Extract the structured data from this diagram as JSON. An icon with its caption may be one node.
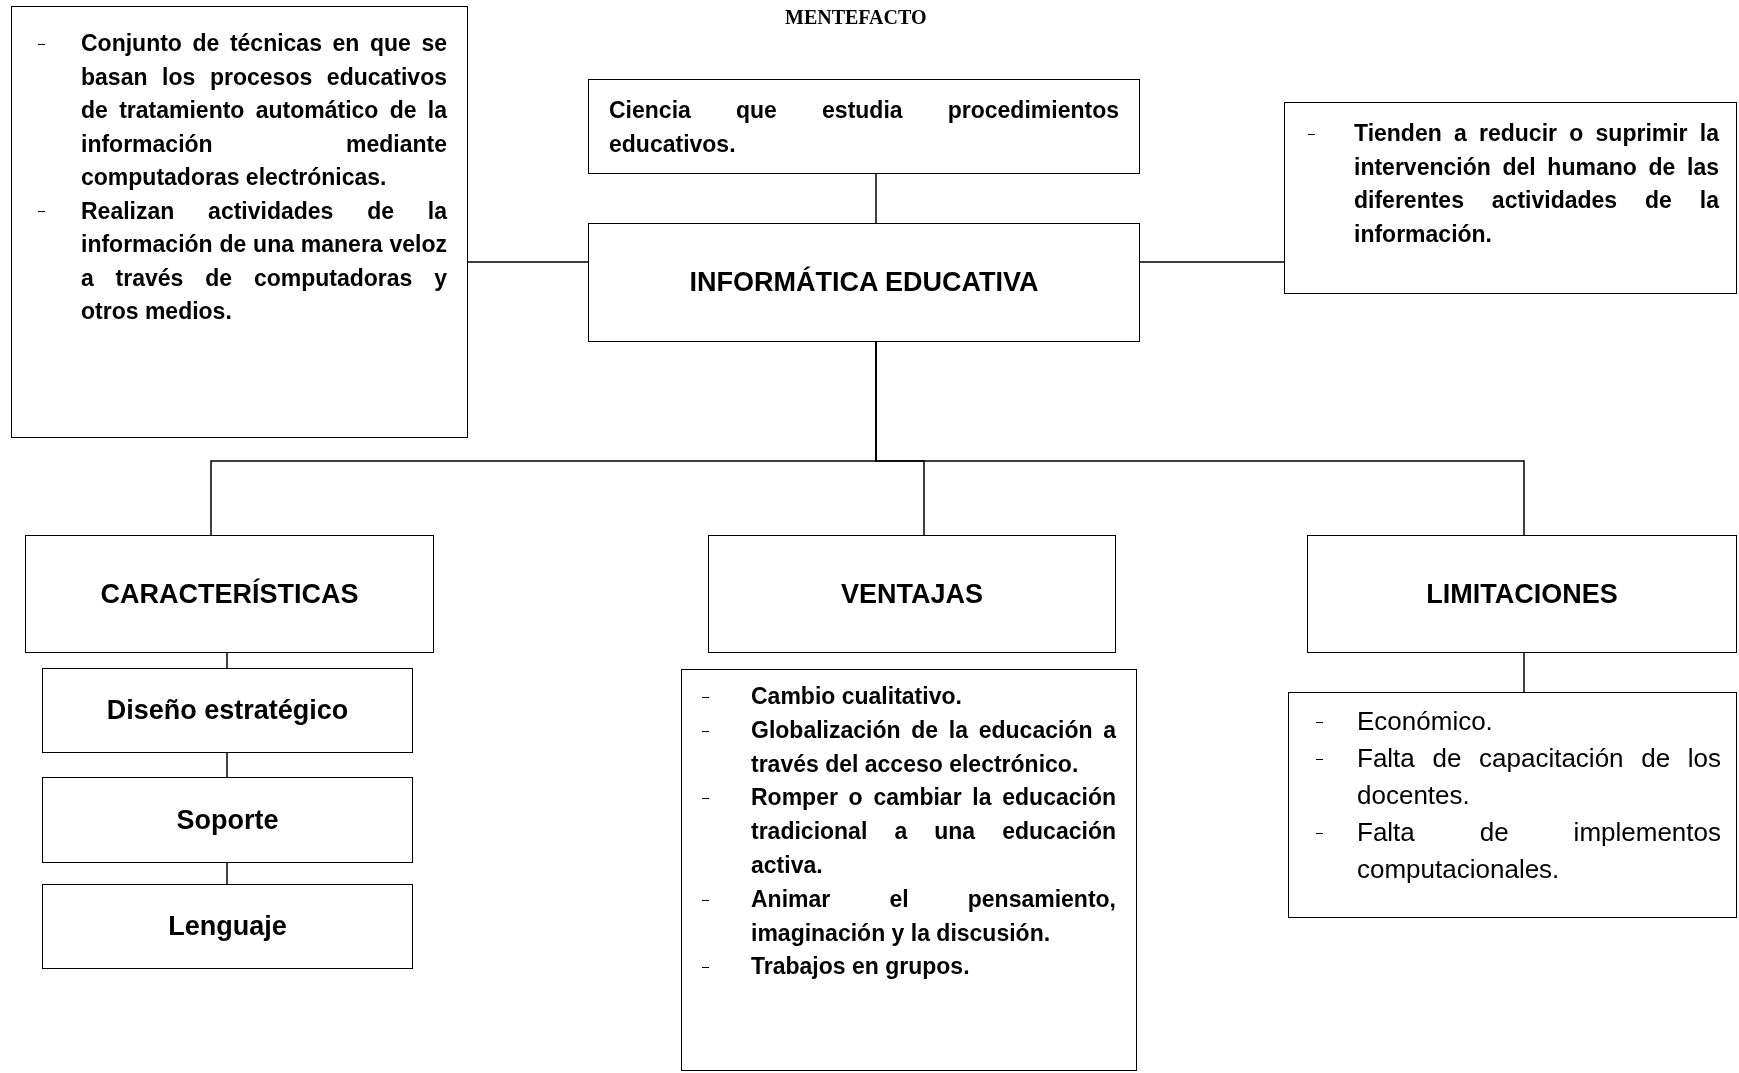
{
  "diagram": {
    "title": "MENTEFACTO",
    "nodes": [
      {
        "text": [
          "Conjunto de técnicas en que se basan los procesos educativos de tratamiento automático de la información mediante computadoras electrónicas.",
          "Realizan actividades de la información de una manera veloz a través de computadoras y otros medios."
        ]
      },
      {
        "text": [
          "Ciencia que estudia procedimientos educativos."
        ]
      },
      {
        "text": [
          "Tienden a reducir o suprimir la intervención del humano de las diferentes actividades de la información."
        ]
      },
      {
        "text": [
          "INFORMÁTICA EDUCATIVA"
        ]
      },
      {
        "text": [
          "CARACTERÍSTICAS"
        ]
      },
      {
        "text": [
          "VENTAJAS"
        ]
      },
      {
        "text": [
          "LIMITACIONES"
        ]
      },
      {
        "text": [
          "Diseño estratégico"
        ]
      },
      {
        "text": [
          "Cambio cualitativo.",
          "Globalización de la educación a través del acceso electrónico.",
          "Romper o cambiar la educación tradicional a una educación activa.",
          "Animar el pensamiento, imaginación y la discusión.",
          "Trabajos en grupos."
        ]
      },
      {
        "text": [
          "Económico.",
          "Falta de capacitación de los docentes.",
          "Falta de implementos computacionales."
        ]
      },
      {
        "text": [
          "Soporte"
        ]
      },
      {
        "text": [
          "Lenguaje"
        ]
      }
    ],
    "edges": [
      {
        "from": 1,
        "to": 3,
        "arrow": "none"
      },
      {
        "from": 3,
        "to": 0,
        "arrow": "none"
      },
      {
        "from": 3,
        "to": 2,
        "arrow": "none"
      },
      {
        "from": 3,
        "to": 4,
        "arrow": "none"
      },
      {
        "from": 3,
        "to": 5,
        "arrow": "none"
      },
      {
        "from": 3,
        "to": 6,
        "arrow": "none"
      },
      {
        "from": 4,
        "to": 7,
        "arrow": "none"
      },
      {
        "from": 7,
        "to": 10,
        "arrow": "none"
      },
      {
        "from": 10,
        "to": 11,
        "arrow": "none"
      },
      {
        "from": 6,
        "to": 9,
        "arrow": "none"
      }
    ]
  }
}
